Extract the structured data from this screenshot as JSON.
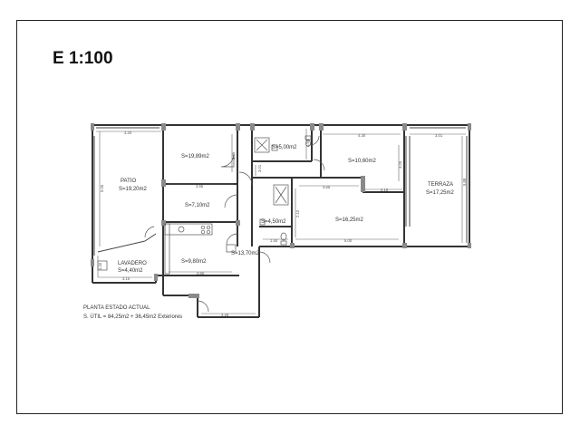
{
  "scale": "E 1:100",
  "rooms": {
    "patio_name": "PATIO",
    "patio_area": "S=19,20m2",
    "room1": "S=19,89m2",
    "bath1": "S=5,00m2",
    "room2": "S=10,60m2",
    "terraza_name": "TERRAZA",
    "terraza_area": "S=17,25m2",
    "room3": "S=7,10m2",
    "bath2": "S=4,50m2",
    "living": "S=16,25m2",
    "kitchen": "S=9,80m2",
    "hall": "S=13,70m2",
    "lavadero_name": "LAVADERO",
    "lavadero_area": "S=4,40m2"
  },
  "dimensions": {
    "top_patio": "3.20",
    "top_room2": "4.30",
    "top_terraza": "3.01",
    "patio_vertical": "5.06",
    "terraza_vertical": "5.88",
    "room1_mid": "2.65",
    "hall_v": "3.01",
    "bath1_v": "1.55",
    "room2_v": "3.05",
    "room3_w": "3.65",
    "living_top": "3.65",
    "living_v": "2.10",
    "step": "2.15",
    "bath2_w": "1.50",
    "living_bottom": "5.00",
    "kitchen_bottom": "3.65",
    "lavadero_bottom": "3.15",
    "bottom": "3.28",
    "lavadero_v": "1.40"
  },
  "notes": {
    "title": "PLANTA ESTADO ACTUAL",
    "area": "S. ÚTIL = 84,25m2 + 36,45m2 Exteriores"
  }
}
